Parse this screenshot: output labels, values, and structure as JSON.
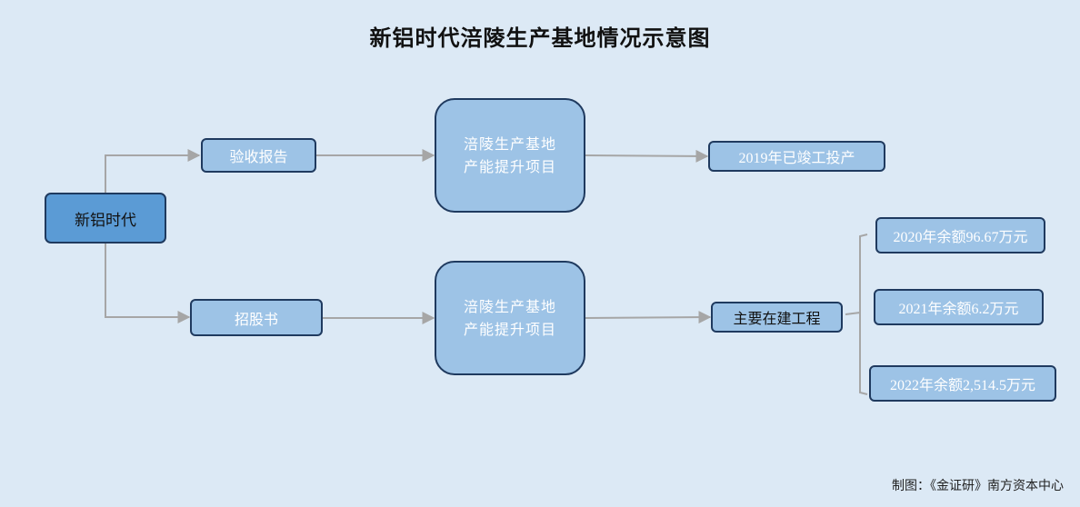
{
  "title": "新铝时代涪陵生产基地情况示意图",
  "nodes": {
    "root": "新铝时代",
    "acceptance_report": "验收报告",
    "prospectus": "招股书",
    "project_top": "涪陵生产基地产能提升项目",
    "project_bottom": "涪陵生产基地产能提升项目",
    "completed": "2019年已竣工投产",
    "under_construction": "主要在建工程",
    "balance_2020": "2020年余额96.67万元",
    "balance_2021": "2021年余额6.2万元",
    "balance_2022": "2022年余额2,514.5万元"
  },
  "footer": "制图：《金证研》南方资本中心",
  "colors": {
    "background": "#dce9f5",
    "node_fill": "#9dc3e6",
    "root_fill": "#5b9bd5",
    "border": "#1f3a5f",
    "connector": "#a6a6a6"
  }
}
